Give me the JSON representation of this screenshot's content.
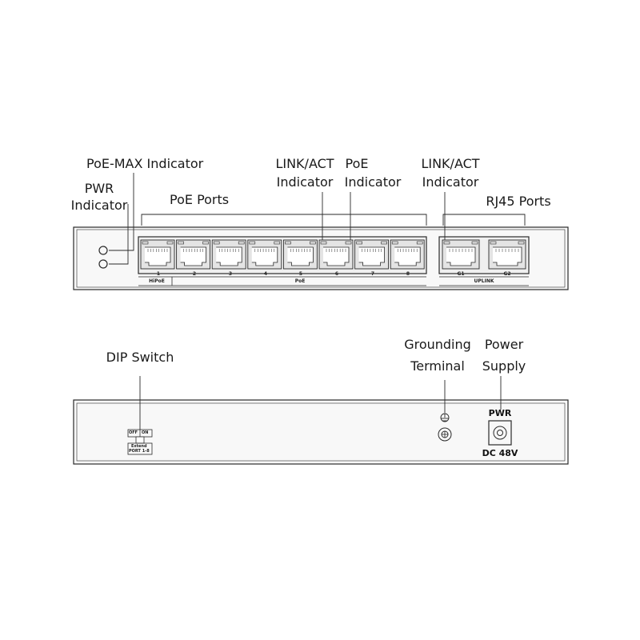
{
  "front_panel": {
    "labels": {
      "poe_max": "PoE-MAX Indicator",
      "pwr_line1": "PWR",
      "pwr_line2": "Indicator",
      "poe_ports": "PoE Ports",
      "linkact_line1": "LINK/ACT",
      "linkact_line2": "Indicator",
      "poe_ind_line1": "PoE",
      "poe_ind_line2": "Indicator",
      "uplink_linkact_line1": "LINK/ACT",
      "uplink_linkact_line2": "Indicator",
      "rj45_ports": "RJ45 Ports"
    },
    "port_numbers": [
      "1",
      "2",
      "3",
      "4",
      "5",
      "6",
      "7",
      "8"
    ],
    "uplink_port_numbers": [
      "G1",
      "G2"
    ],
    "group_labels": {
      "hipoe": "HiPoE",
      "poe": "PoE",
      "uplink": "UPLINK"
    }
  },
  "rear_panel": {
    "labels": {
      "dip_switch": "DIP Switch",
      "grounding_line1": "Grounding",
      "grounding_line2": "Terminal",
      "power_line1": "Power",
      "power_line2": "Supply"
    },
    "dip": {
      "off": "OFF",
      "on": "ON",
      "extend": "Extend",
      "ports": "PORT 1-8"
    },
    "pwr_mark": "PWR",
    "voltage": "DC 48V"
  },
  "colors": {
    "line": "#2a2a2a",
    "panel_fill": "#f6f6f6",
    "port_fill": "#e4e4e4"
  },
  "icons": {
    "ground": "ground-icon"
  }
}
